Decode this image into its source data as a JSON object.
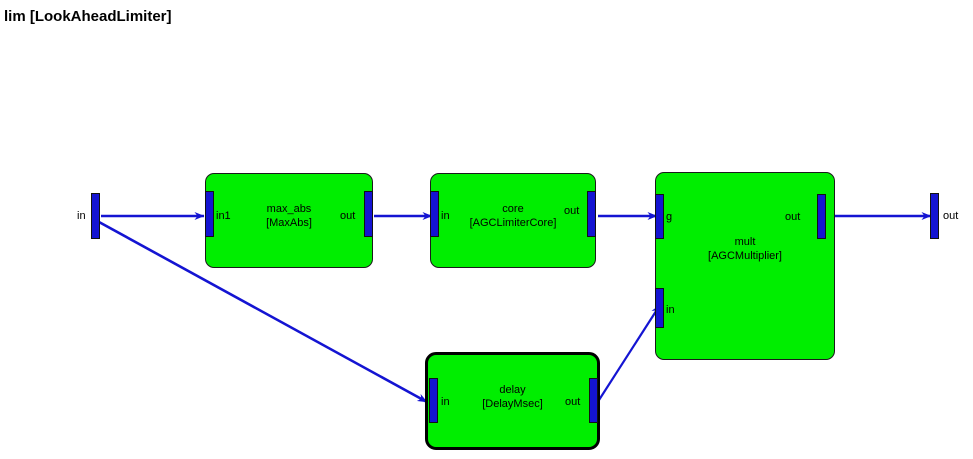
{
  "diagram": {
    "title": "lim [LookAheadLimiter]",
    "background_color": "#ffffff",
    "block_fill_color": "#00ee00",
    "block_border_color": "#1a1a1a",
    "selected_border_color": "#000000",
    "port_color": "#1414d2",
    "wire_color": "#1414d2"
  },
  "terminals": [
    {
      "name": "input-terminal",
      "label": "in",
      "label_side": "left"
    },
    {
      "name": "output-terminal",
      "label": "out",
      "label_side": "right"
    }
  ],
  "blocks": [
    {
      "id": "max_abs",
      "name": "max_abs",
      "type": "MaxAbs",
      "title_line1": "max_abs",
      "title_line2": "[MaxAbs]",
      "selected": false,
      "inputs": [
        {
          "label": "in1"
        }
      ],
      "outputs": [
        {
          "label": "out"
        }
      ]
    },
    {
      "id": "core",
      "name": "core",
      "type": "AGCLimiterCore",
      "title_line1": "core",
      "title_line2": "[AGCLimiterCore]",
      "selected": false,
      "inputs": [
        {
          "label": "in"
        }
      ],
      "outputs": [
        {
          "label": "out"
        }
      ]
    },
    {
      "id": "mult",
      "name": "mult",
      "type": "AGCMultiplier",
      "title_line1": "mult",
      "title_line2": "[AGCMultiplier]",
      "selected": false,
      "inputs": [
        {
          "label": "g"
        },
        {
          "label": "in"
        }
      ],
      "outputs": [
        {
          "label": "out"
        }
      ]
    },
    {
      "id": "delay",
      "name": "delay",
      "type": "DelayMsec",
      "title_line1": "delay",
      "title_line2": "[DelayMsec]",
      "selected": true,
      "inputs": [
        {
          "label": "in"
        }
      ],
      "outputs": [
        {
          "label": "out"
        }
      ]
    }
  ],
  "connections": [
    {
      "from": "in",
      "to": "max_abs.in1"
    },
    {
      "from": "max_abs.out",
      "to": "core.in"
    },
    {
      "from": "core.out",
      "to": "mult.g"
    },
    {
      "from": "in",
      "to": "delay.in"
    },
    {
      "from": "delay.out",
      "to": "mult.in"
    },
    {
      "from": "mult.out",
      "to": "out"
    }
  ]
}
